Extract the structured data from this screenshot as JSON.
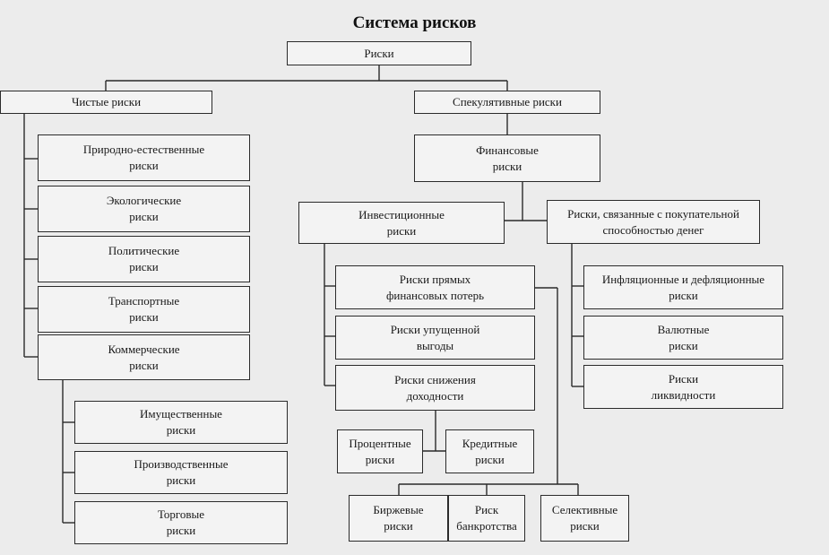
{
  "title": "Система рисков",
  "nodes": {
    "risks": {
      "l1": "Риски"
    },
    "pure": {
      "l1": "Чистые риски"
    },
    "speculative": {
      "l1": "Спекулятивные риски"
    },
    "natural": {
      "l1": "Природно-естественные",
      "l2": "риски"
    },
    "ecological": {
      "l1": "Экологические",
      "l2": "риски"
    },
    "political": {
      "l1": "Политические",
      "l2": "риски"
    },
    "transport": {
      "l1": "Транспортные",
      "l2": "риски"
    },
    "commercial": {
      "l1": "Коммерческие",
      "l2": "риски"
    },
    "property": {
      "l1": "Имущественные",
      "l2": "риски"
    },
    "production": {
      "l1": "Производственные",
      "l2": "риски"
    },
    "trade": {
      "l1": "Торговые",
      "l2": "риски"
    },
    "financial": {
      "l1": "Финансовые",
      "l2": "риски"
    },
    "investment": {
      "l1": "Инвестиционные",
      "l2": "риски"
    },
    "purchasing": {
      "l1": "Риски, связанные с покупательной",
      "l2": "способностью денег"
    },
    "direct_loss": {
      "l1": "Риски прямых",
      "l2": "финансовых потерь"
    },
    "lost_profit": {
      "l1": "Риски упущенной",
      "l2": "выгоды"
    },
    "yield_decline": {
      "l1": "Риски снижения",
      "l2": "доходности"
    },
    "interest": {
      "l1": "Процентные",
      "l2": "риски"
    },
    "credit": {
      "l1": "Кредитные",
      "l2": "риски"
    },
    "exchange": {
      "l1": "Биржевые",
      "l2": "риски"
    },
    "bankruptcy": {
      "l1": "Риск",
      "l2": "банкротства"
    },
    "selective": {
      "l1": "Селективные",
      "l2": "риски"
    },
    "inflation": {
      "l1": "Инфляционные и дефляционные",
      "l2": "риски"
    },
    "currency": {
      "l1": "Валютные",
      "l2": "риски"
    },
    "liquidity": {
      "l1": "Риски",
      "l2": "ликвидности"
    }
  }
}
